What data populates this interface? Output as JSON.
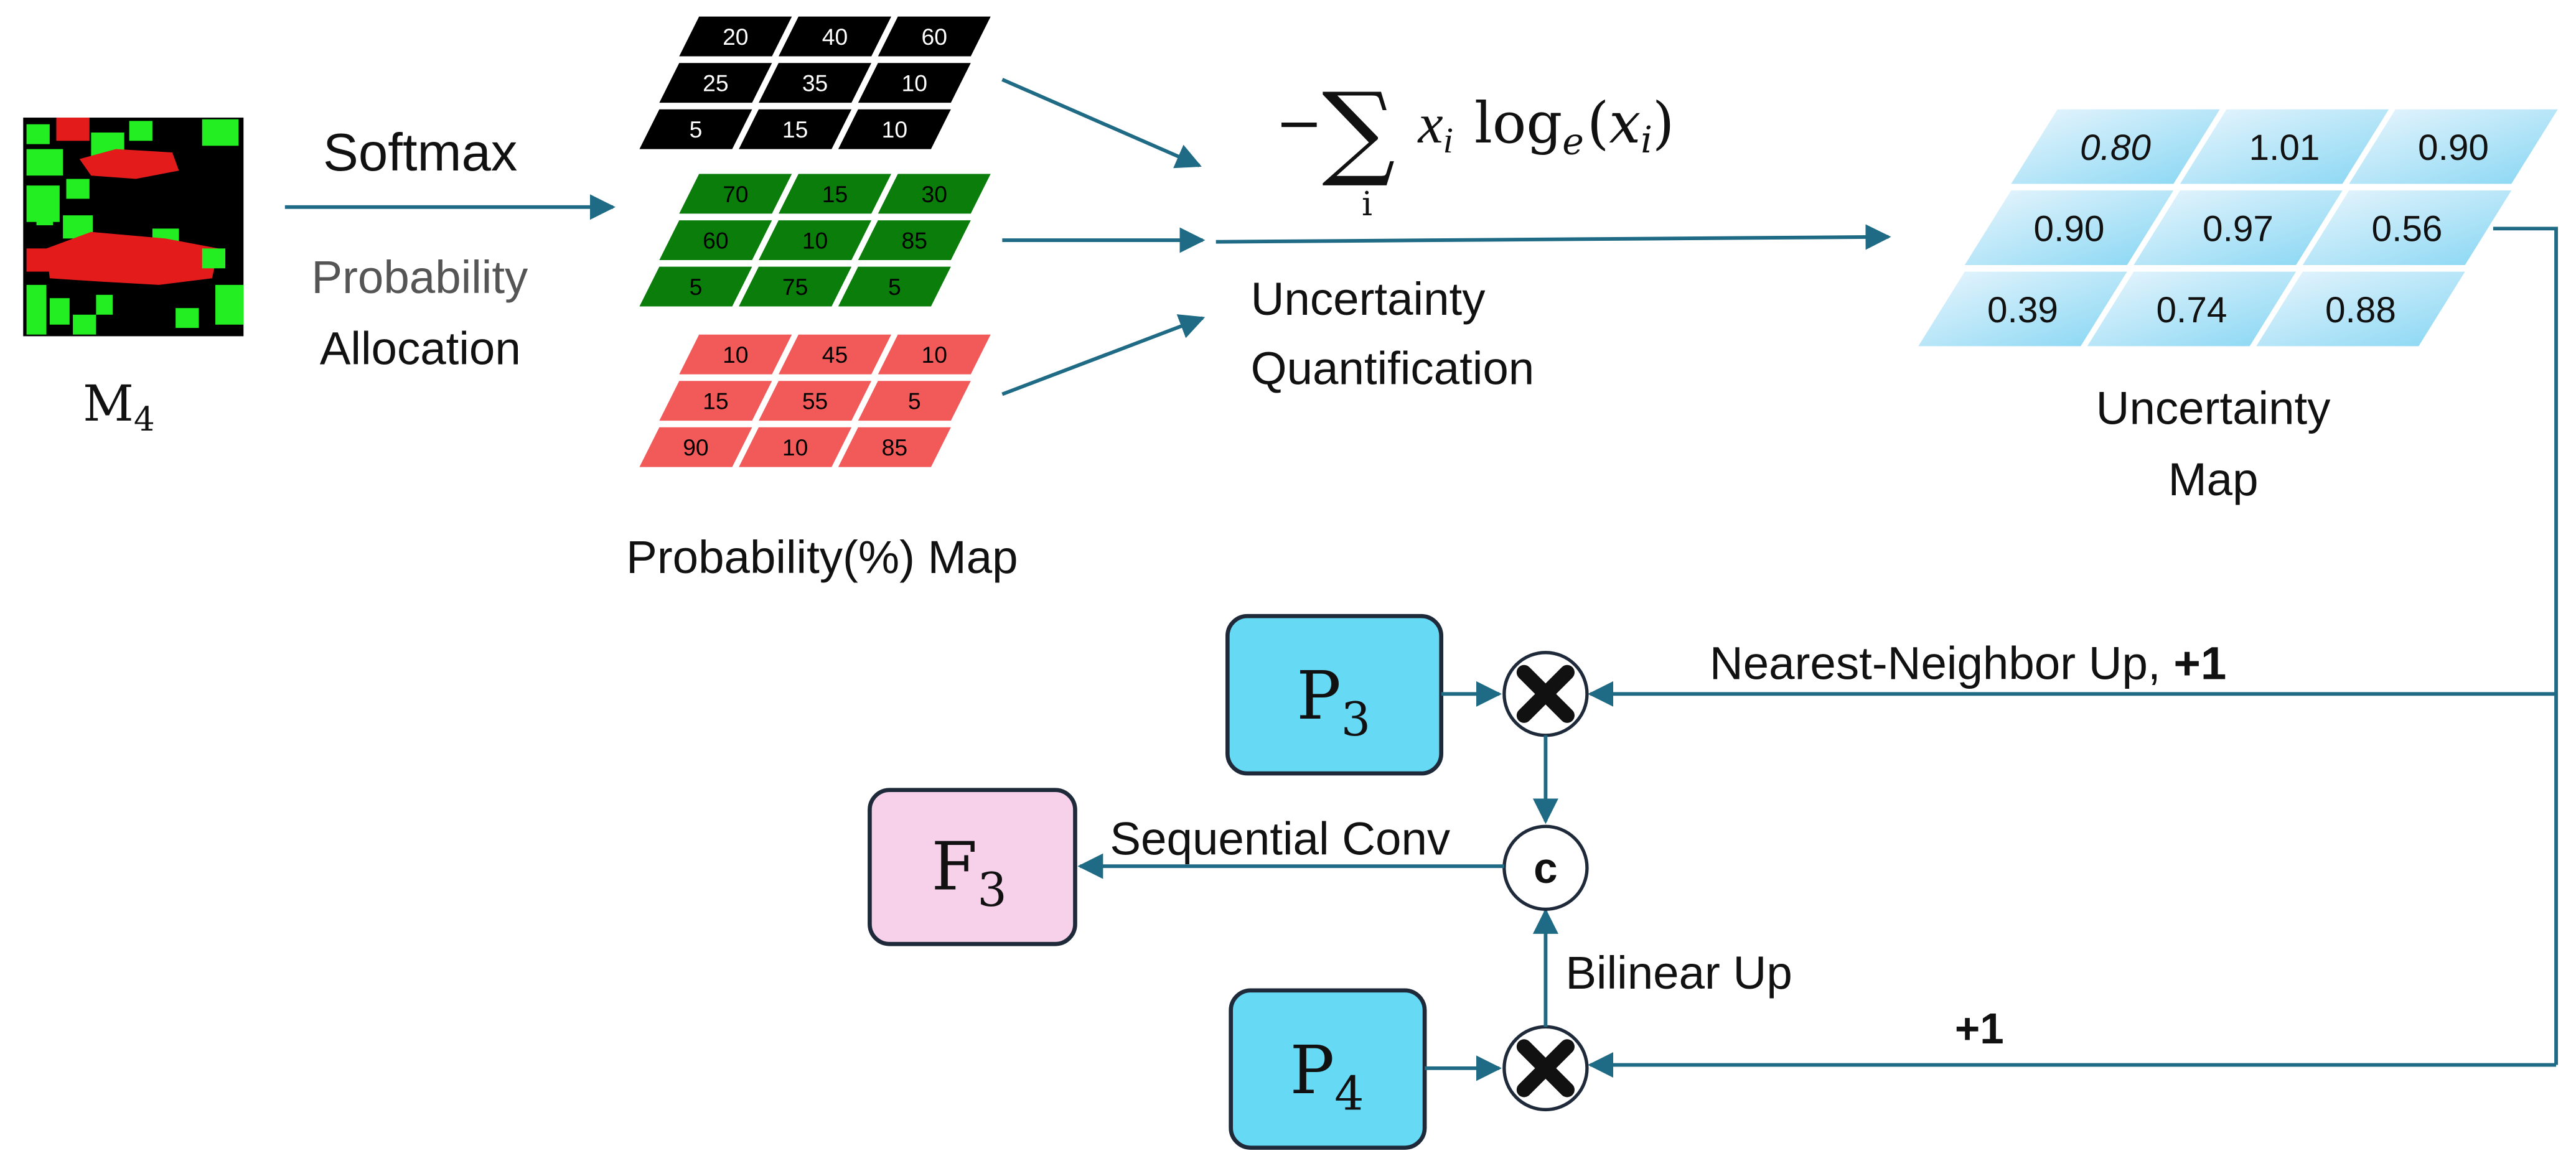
{
  "input": {
    "label_main": "M",
    "label_sub": "4"
  },
  "softmax": {
    "title": "Softmax",
    "subtitle_line1": "Probability",
    "subtitle_line2": "Allocation"
  },
  "probability_map": {
    "caption": "Probability(%) Map",
    "layers": [
      {
        "color": "#000000",
        "text_color": "#ffffff",
        "cells": [
          [
            "20",
            "40",
            "60"
          ],
          [
            "25",
            "35",
            "10"
          ],
          [
            "5",
            "15",
            "10"
          ]
        ]
      },
      {
        "color": "#0a7d0a",
        "text_color": "#000000",
        "cells": [
          [
            "70",
            "15",
            "30"
          ],
          [
            "60",
            "10",
            "85"
          ],
          [
            "5",
            "75",
            "5"
          ]
        ]
      },
      {
        "color": "#f25a5a",
        "text_color": "#000000",
        "cells": [
          [
            "10",
            "45",
            "10"
          ],
          [
            "15",
            "55",
            "5"
          ],
          [
            "90",
            "10",
            "85"
          ]
        ]
      }
    ]
  },
  "entropy": {
    "minus": "−",
    "sigma": "∑",
    "index": "i",
    "x": "x",
    "x_sub": "i",
    "log": "log",
    "log_sub": "e",
    "open_paren": "(",
    "close_paren": ")",
    "label_line1": "Uncertainty",
    "label_line2": "Quantification"
  },
  "uncertainty_map": {
    "caption_line1": "Uncertainty",
    "caption_line2": "Map",
    "cells": [
      [
        "0.80",
        "1.01",
        "0.90"
      ],
      [
        "0.90",
        "0.97",
        "0.56"
      ],
      [
        "0.39",
        "0.74",
        "0.88"
      ]
    ]
  },
  "bottom": {
    "p3": {
      "main": "P",
      "sub": "3"
    },
    "p4": {
      "main": "P",
      "sub": "4"
    },
    "f3": {
      "main": "F",
      "sub": "3"
    },
    "concat": "c",
    "nn_label": "Nearest-Neighbor Up, ",
    "nn_plus": "+1",
    "bilinear_label": "Bilinear Up",
    "bil_plus": "+1",
    "seq_conv": "Sequential Conv"
  },
  "colors": {
    "arrow": "#1f6a85",
    "p_box": "#66d9f5",
    "f_box": "#f7d0ea",
    "box_border": "#1e2a3a",
    "uncertainty_light": "#e3f3fc",
    "uncertainty_mid": "#6ccdf1"
  }
}
